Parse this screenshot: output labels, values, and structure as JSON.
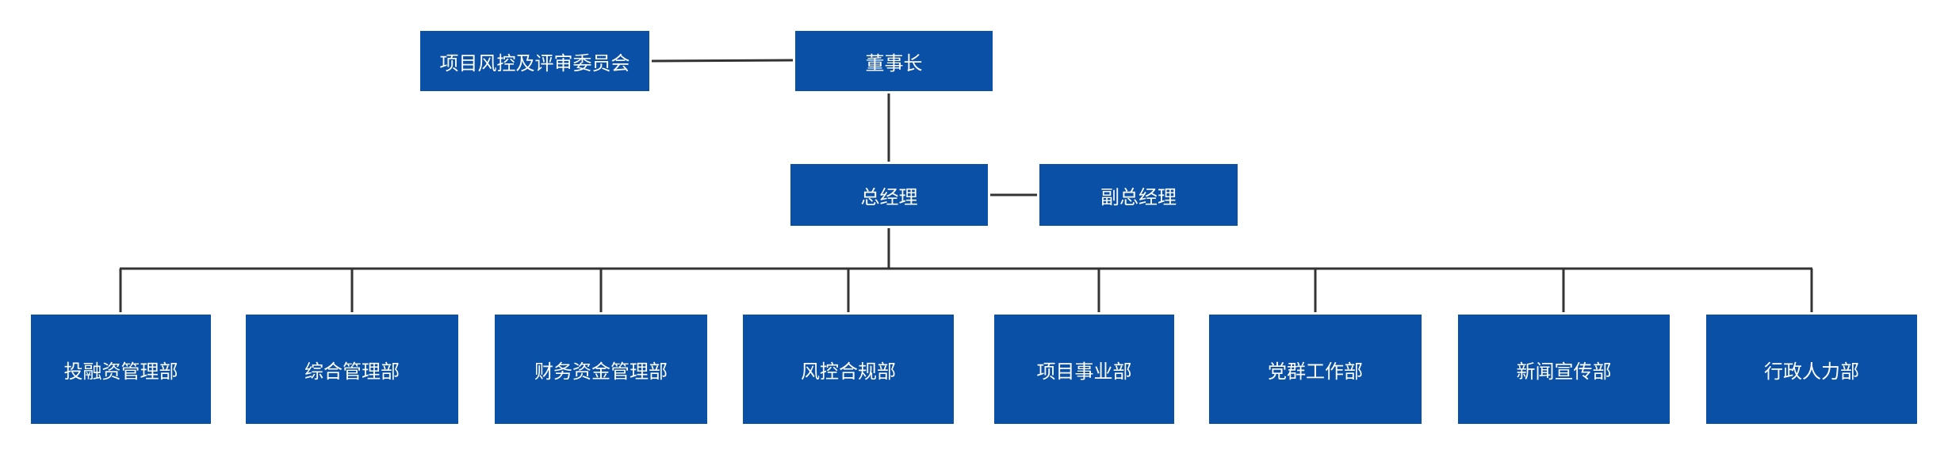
{
  "colors": {
    "box_fill": "#0a50a6",
    "box_text": "#ffffff",
    "connector": "#333333",
    "background": "#ffffff"
  },
  "nodes": {
    "committee": "项目风控及评审委员会",
    "chairman": "董事长",
    "general_manager": "总经理",
    "deputy_general_manager": "副总经理"
  },
  "departments": [
    "投融资管理部",
    "综合管理部",
    "财务资金管理部",
    "风控合规部",
    "项目事业部",
    "党群工作部",
    "新闻宣传部",
    "行政人力部"
  ]
}
